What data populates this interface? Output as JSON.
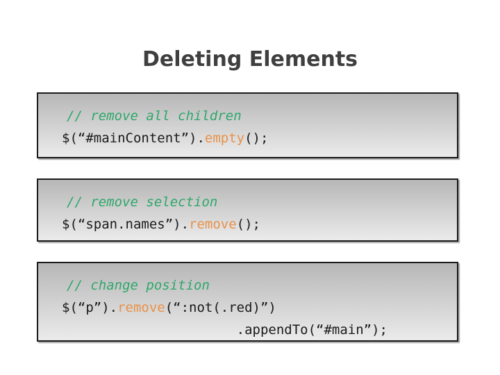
{
  "slide": {
    "title": "Deleting Elements"
  },
  "colors": {
    "slide_background": "#ffffff",
    "title_color": "#3f3f3f",
    "comment_green": "#2ea76a",
    "method_orange": "#e8924a",
    "code_black": "#1a1a1a",
    "box_border": "#1a1a1a",
    "box_gradient_top": "#b7b7b7",
    "box_gradient_bottom": "#ebebeb"
  },
  "code_boxes": [
    {
      "comment": "// remove all children",
      "line1": {
        "pre": "$(“#mainContent”).",
        "method": "empty",
        "post": "();"
      }
    },
    {
      "comment": "// remove selection",
      "line1": {
        "pre": "$(“span.names”).",
        "method": "remove",
        "post": "();"
      }
    },
    {
      "comment": "// change position",
      "line1": {
        "pre": "$(“p”).",
        "method": "remove",
        "post": "(“:not(.red)”)"
      },
      "line2": {
        "text": "                      .appendTo(“#main”);"
      }
    }
  ]
}
